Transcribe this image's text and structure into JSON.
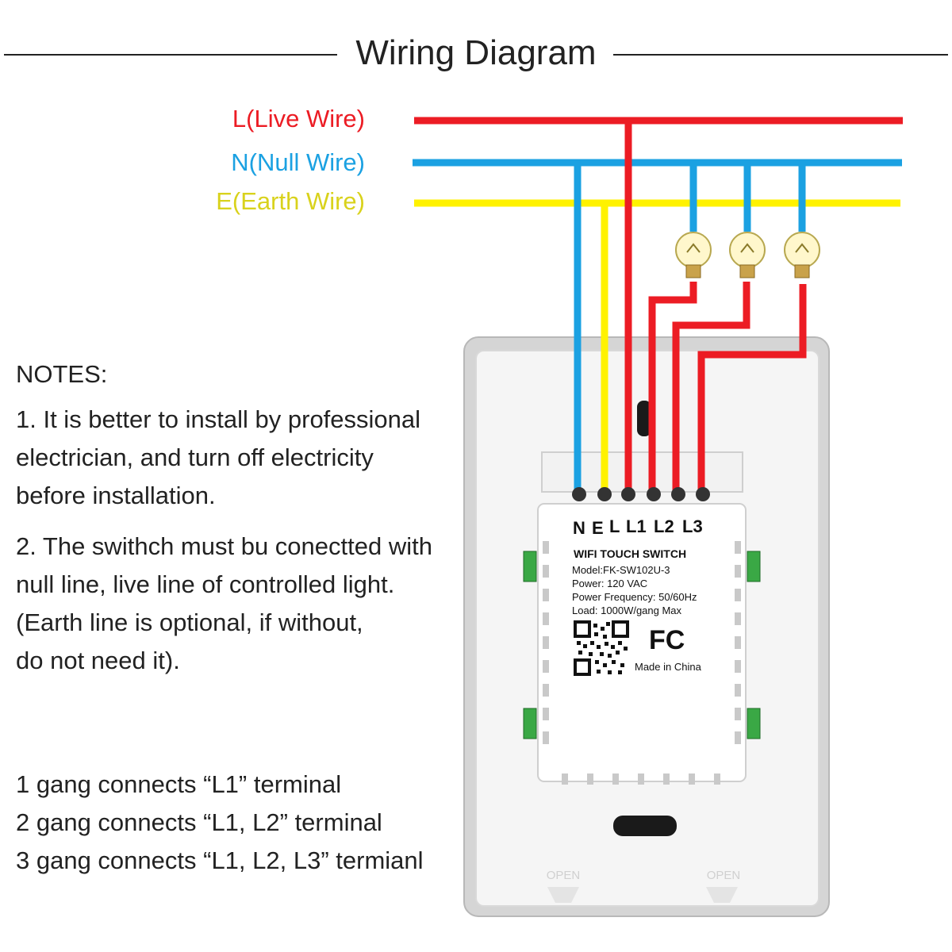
{
  "title": "Wiring Diagram",
  "legend": {
    "live": "L(Live Wire)",
    "null": "N(Null Wire)",
    "earth": "E(Earth Wire)"
  },
  "colors": {
    "live": "#ec1c24",
    "null": "#1ba1e2",
    "earth": "#fff200",
    "earth_text": "#d9d21c"
  },
  "notes": {
    "heading": "NOTES:",
    "note1": [
      "1. It is better to install by professional",
      "electrician, and turn off electricity",
      "before installation."
    ],
    "note2": [
      "2. The swithch must bu conectted with",
      "null line, live line of controlled light.",
      "(Earth line is optional, if without,",
      "do not need it)."
    ],
    "gang": [
      "1 gang connects “L1” terminal",
      "2 gang connects “L1, L2” terminal",
      "3 gang connects “L1, L2, L3” termianl"
    ]
  },
  "device": {
    "terminals": [
      "N",
      "E",
      "L",
      "L1",
      "L2",
      "L3"
    ],
    "label_title": "WIFI TOUCH SWITCH",
    "model": "Model:FK-SW102U-3",
    "power": "Power: 120 VAC",
    "frequency": "Power Frequency: 50/60Hz",
    "load": "Load:  1000W/gang  Max",
    "fcc": "FC",
    "made_in": "Made in China",
    "open_left": "OPEN",
    "open_right": "OPEN"
  }
}
